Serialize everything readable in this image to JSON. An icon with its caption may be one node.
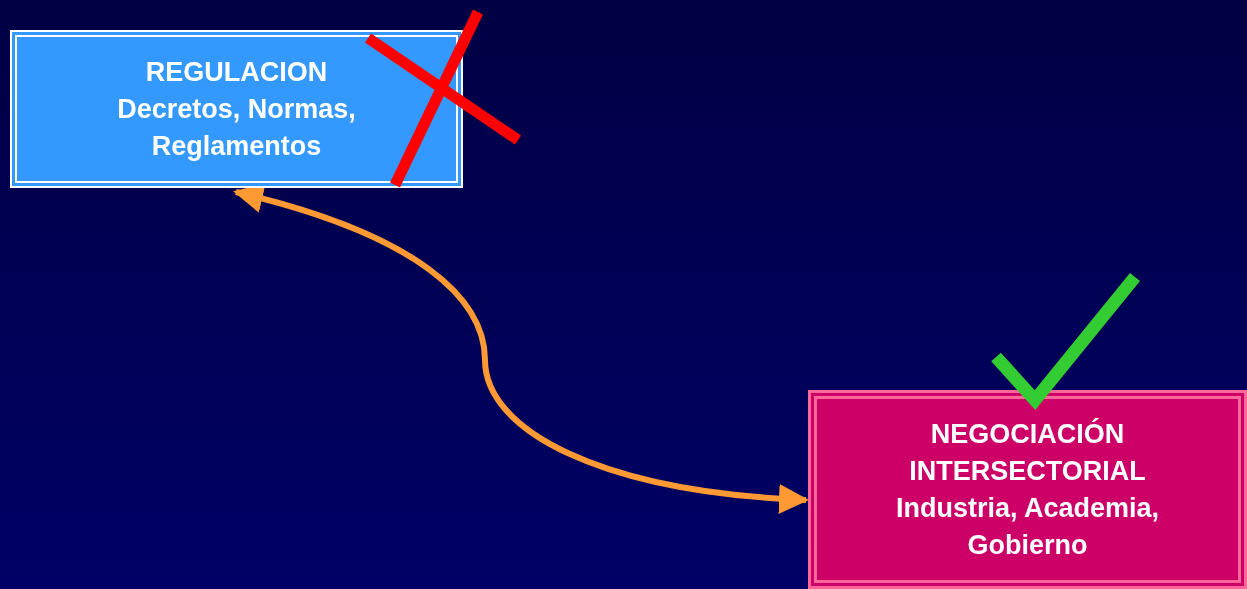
{
  "diagram": {
    "nodes": [
      {
        "text": [
          "REGULACION",
          "Decretos, Normas, Reglamentos"
        ]
      },
      {
        "text": [
          "NEGOCIACIÓN INTERSECTORIAL",
          "Industria, Academia, Gobierno"
        ]
      }
    ],
    "edges": [
      {
        "from": 0,
        "to": 1,
        "arrow": "both"
      }
    ]
  }
}
